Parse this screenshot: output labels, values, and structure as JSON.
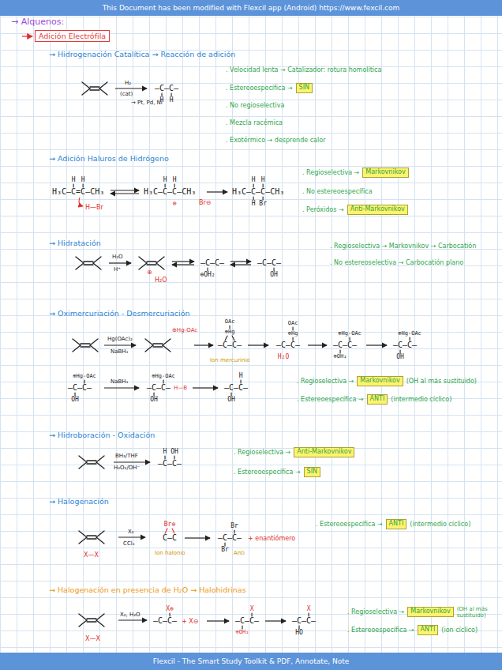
{
  "diagram": {
    "title": "→ Alquenos:",
    "nodes": [
      {
        "text": [
          "This Document has been modified with Flexcil app (Android) https://www.fexcil.com"
        ]
      },
      {
        "text": [
          "Adición Electrófila"
        ]
      },
      {
        "text": [
          "SIN"
        ]
      },
      {
        "text": [
          "Markovnikov"
        ]
      },
      {
        "text": [
          "Anti-Markovnikov"
        ]
      },
      {
        "text": [
          "Markovnikov"
        ]
      },
      {
        "text": [
          "ANTI"
        ]
      },
      {
        "text": [
          "Anti-Markovnikov"
        ]
      },
      {
        "text": [
          "SIN"
        ]
      },
      {
        "text": [
          "ANTI"
        ]
      },
      {
        "text": [
          "Markovnikov"
        ]
      },
      {
        "text": [
          "ANTI"
        ]
      },
      {
        "text": [
          "Flexcil - The Smart Study Toolkit & PDF, Annotate, Note"
        ]
      }
    ],
    "labels": [
      "→ Hidrogenación Catalítica → Reacción de adición",
      "H₂",
      "(cat)",
      "→ Pt, Pd, Ni",
      "—C—C—",
      "H",
      "H",
      ". Velocidad lenta → Catalizador: rotura homolítica",
      ". Estereoespecífica →",
      ". No regioselectiva",
      ". Mezcla racémica",
      ". Exotérmico → desprende calor",
      "→ Adición Haluros de Hidrógeno",
      "H",
      "H",
      "H₃C—C=C—CH₃",
      "H—Br",
      "H",
      "H",
      "H₃C—C—C—CH₃",
      "⊕",
      "Br⊖",
      "H",
      "H",
      "H₃C—C—C—CH₃",
      "H",
      "Br",
      ". Regioselectiva →",
      ". No estereoespecífica",
      ". Peróxidos →",
      "→ Hidratación",
      "H₂O",
      "H⁺",
      "⊕",
      "H₂O",
      "—C—C—",
      "⊕OH₂",
      "—C—C—",
      "OH",
      ". Regioselectiva → Markovnikov → Carbocatión",
      ". No estereoselectiva → Carbocatión plano",
      "→ Oximercuriación - Desmercuriación",
      "Hg(OAc)₂",
      "NaBH₄",
      "⊕Hg-OAc",
      "OAc",
      "⊕Hg",
      "—C—C—",
      "Ion mercurinio",
      "OAc",
      "⊕Hg",
      "—C—C—",
      "H₂O",
      "⊕Hg-OAc",
      "—C—C—",
      "⊕OH₂",
      "⊕Hg-OAc",
      "—C—C—",
      "OH",
      "⊕Hg-OAc",
      "—C—C—",
      "OH",
      "NaBH₄",
      "⊕Hg-OAc",
      "—C—C—",
      "H—B",
      "OH",
      "—C—C—",
      "H",
      "OH",
      ". Regioselectiva →",
      "(OH al más sustituido)",
      ". Estereoespecífica →",
      "(intermedio cíclico)",
      "→ Hidroboración - Oxidación",
      "BH₃/THF",
      "H₂O₂/OH⁻",
      "H",
      "OH",
      "—C—C—",
      ". Regioselectiva →",
      ". Estereoespecífica →",
      "→ Halogenación",
      "X₂",
      "CCl₄",
      "X—X",
      "Br⊕",
      "C—C",
      "Ion halonio",
      "Br",
      "—C—C—",
      "Br",
      "Anti",
      "+ enantiómero",
      ". Estereoespecífica →",
      "(intermedio cíclico)",
      "→ Halogenación en presencia de H₂O → Halohidrinas",
      "X₂, H₂O",
      "X—X",
      "X⊕",
      "—C—C—",
      "+ X⊖",
      "X",
      "—C—C—",
      "⊕OH₂",
      "X",
      "—C—C—",
      "HO",
      ". Regioselectiva →",
      "(OH al más sustituido)",
      ". Estereoespecífica →",
      "(ion cíclico)"
    ]
  }
}
